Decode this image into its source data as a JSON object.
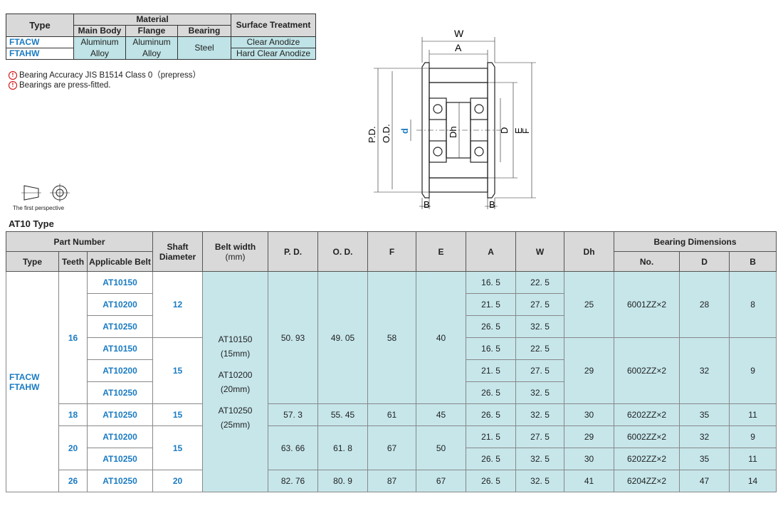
{
  "material_table": {
    "headers": {
      "type": "Type",
      "material": "Material",
      "main_body": "Main Body",
      "flange": "Flange",
      "bearing": "Bearing",
      "surface": "Surface Treatment"
    },
    "rows": [
      {
        "type": "FTACW",
        "main_body": "Aluminum",
        "flange": "Aluminum",
        "surface": "Clear Anodize"
      },
      {
        "type": "FTAHW",
        "main_body": "Alloy",
        "flange": "Alloy",
        "surface": "Hard Clear Anodize"
      }
    ],
    "bearing_value": "Steel"
  },
  "notes": [
    "Bearing Accuracy JIS B1514 Class 0（prepress）",
    "Bearings are press-fitted."
  ],
  "perspective_label": "The first perspective",
  "diagram_labels": {
    "W": "W",
    "A": "A",
    "PD": "P.D.",
    "OD": "O.D.",
    "d": "d",
    "Dh": "Dh",
    "D": "D",
    "E": "E",
    "F": "F",
    "B1": "B",
    "B2": "B"
  },
  "section_title": "AT10 Type",
  "main_table": {
    "headers": {
      "part_number": "Part Number",
      "type": "Type",
      "teeth": "Teeth",
      "applicable_belt": "Applicable Belt",
      "shaft": "Shaft Diameter",
      "belt_width": "Belt width",
      "belt_width_unit": "(mm)",
      "pd": "P. D.",
      "od": "O. D.",
      "f": "F",
      "e": "E",
      "a": "A",
      "w": "W",
      "dh": "Dh",
      "bearing_dims": "Bearing Dimensions",
      "no": "No.",
      "d": "D",
      "b": "B"
    },
    "type_values": [
      "FTACW",
      "FTAHW"
    ],
    "belt_width_values": [
      "AT10150",
      "(15mm)",
      "AT10200",
      "(20mm)",
      "AT10250",
      "(25mm)"
    ],
    "groups": [
      {
        "teeth": "16",
        "pd": "50. 93",
        "od": "49. 05",
        "f": "58",
        "e": "40",
        "subs": [
          {
            "shaft": "12",
            "dh": "25",
            "no": "6001ZZ×2",
            "D": "28",
            "B": "8",
            "rows": [
              {
                "belt": "AT10150",
                "a": "16. 5",
                "w": "22. 5"
              },
              {
                "belt": "AT10200",
                "a": "21. 5",
                "w": "27. 5"
              },
              {
                "belt": "AT10250",
                "a": "26. 5",
                "w": "32. 5"
              }
            ]
          },
          {
            "shaft": "15",
            "dh": "29",
            "no": "6002ZZ×2",
            "D": "32",
            "B": "9",
            "rows": [
              {
                "belt": "AT10150",
                "a": "16. 5",
                "w": "22. 5"
              },
              {
                "belt": "AT10200",
                "a": "21. 5",
                "w": "27. 5"
              },
              {
                "belt": "AT10250",
                "a": "26. 5",
                "w": "32. 5"
              }
            ]
          }
        ]
      },
      {
        "teeth": "18",
        "pd": "57. 3",
        "od": "55. 45",
        "f": "61",
        "e": "45",
        "subs": [
          {
            "shaft": "15",
            "rows": [
              {
                "belt": "AT10250",
                "a": "26. 5",
                "w": "32. 5",
                "dh": "30",
                "no": "6202ZZ×2",
                "D": "35",
                "B": "11"
              }
            ]
          }
        ]
      },
      {
        "teeth": "20",
        "pd": "63. 66",
        "od": "61. 8",
        "f": "67",
        "e": "50",
        "subs": [
          {
            "shaft": "15",
            "rows": [
              {
                "belt": "AT10200",
                "a": "21. 5",
                "w": "27. 5",
                "dh": "29",
                "no": "6002ZZ×2",
                "D": "32",
                "B": "9"
              },
              {
                "belt": "AT10250",
                "a": "26. 5",
                "w": "32. 5",
                "dh": "30",
                "no": "6202ZZ×2",
                "D": "35",
                "B": "11"
              }
            ]
          }
        ]
      },
      {
        "teeth": "26",
        "pd": "82. 76",
        "od": "80. 9",
        "f": "87",
        "e": "67",
        "subs": [
          {
            "shaft": "20",
            "rows": [
              {
                "belt": "AT10250",
                "a": "26. 5",
                "w": "32. 5",
                "dh": "41",
                "no": "6204ZZ×2",
                "D": "47",
                "B": "14"
              }
            ]
          }
        ]
      }
    ]
  }
}
